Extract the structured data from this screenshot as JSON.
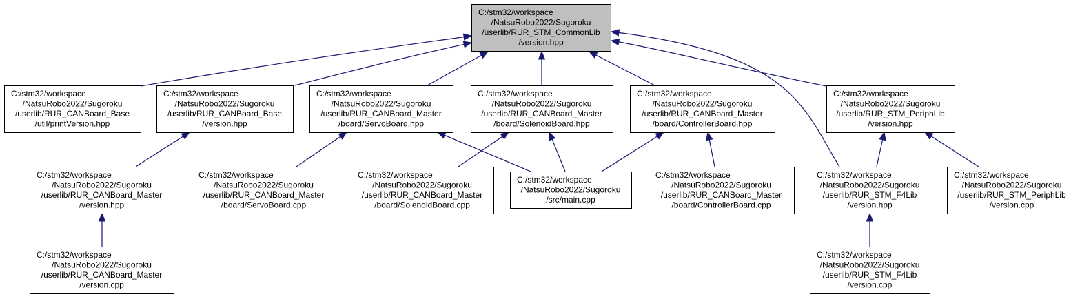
{
  "diagram": {
    "type": "include-dependency-graph",
    "colors": {
      "edge": "#191970",
      "root_fill": "#bfbfbf",
      "node_fill": "#ffffff",
      "border": "#000000"
    },
    "nodes": [
      {
        "id": "root",
        "lines": [
          "C:/stm32/workspace",
          "/NatsuRobo2022/Sugoroku",
          "/userlib/RUR_STM_CommonLib",
          "/version.hpp"
        ]
      },
      {
        "id": "n_base_printversion",
        "lines": [
          "C:/stm32/workspace",
          "/NatsuRobo2022/Sugoroku",
          "/userlib/RUR_CANBoard_Base",
          "/util/printVersion.hpp"
        ]
      },
      {
        "id": "n_base_version",
        "lines": [
          "C:/stm32/workspace",
          "/NatsuRobo2022/Sugoroku",
          "/userlib/RUR_CANBoard_Base",
          "/version.hpp"
        ]
      },
      {
        "id": "n_master_servo_hpp",
        "lines": [
          "C:/stm32/workspace",
          "/NatsuRobo2022/Sugoroku",
          "/userlib/RUR_CANBoard_Master",
          "/board/ServoBoard.hpp"
        ]
      },
      {
        "id": "n_master_solenoid_hpp",
        "lines": [
          "C:/stm32/workspace",
          "/NatsuRobo2022/Sugoroku",
          "/userlib/RUR_CANBoard_Master",
          "/board/SolenoidBoard.hpp"
        ]
      },
      {
        "id": "n_master_controller_hpp",
        "lines": [
          "C:/stm32/workspace",
          "/NatsuRobo2022/Sugoroku",
          "/userlib/RUR_CANBoard_Master",
          "/board/ControllerBoard.hpp"
        ]
      },
      {
        "id": "n_periph_version_hpp",
        "lines": [
          "C:/stm32/workspace",
          "/NatsuRobo2022/Sugoroku",
          "/userlib/RUR_STM_PeriphLib",
          "/version.hpp"
        ]
      },
      {
        "id": "n_master_version_hpp",
        "lines": [
          "C:/stm32/workspace",
          "/NatsuRobo2022/Sugoroku",
          "/userlib/RUR_CANBoard_Master",
          "/version.hpp"
        ]
      },
      {
        "id": "n_master_servo_cpp",
        "lines": [
          "C:/stm32/workspace",
          "/NatsuRobo2022/Sugoroku",
          "/userlib/RUR_CANBoard_Master",
          "/board/ServoBoard.cpp"
        ]
      },
      {
        "id": "n_master_solenoid_cpp",
        "lines": [
          "C:/stm32/workspace",
          "/NatsuRobo2022/Sugoroku",
          "/userlib/RUR_CANBoard_Master",
          "/board/SolenoidBoard.cpp"
        ]
      },
      {
        "id": "n_main_cpp",
        "lines": [
          "C:/stm32/workspace",
          "/NatsuRobo2022/Sugoroku",
          "/src/main.cpp"
        ]
      },
      {
        "id": "n_master_controller_cpp",
        "lines": [
          "C:/stm32/workspace",
          "/NatsuRobo2022/Sugoroku",
          "/userlib/RUR_CANBoard_Master",
          "/board/ControllerBoard.cpp"
        ]
      },
      {
        "id": "n_f4_version_hpp",
        "lines": [
          "C:/stm32/workspace",
          "/NatsuRobo2022/Sugoroku",
          "/userlib/RUR_STM_F4Lib",
          "/version.hpp"
        ]
      },
      {
        "id": "n_periph_version_cpp",
        "lines": [
          "C:/stm32/workspace",
          "/NatsuRobo2022/Sugoroku",
          "/userlib/RUR_STM_PeriphLib",
          "/version.cpp"
        ]
      },
      {
        "id": "n_master_version_cpp",
        "lines": [
          "C:/stm32/workspace",
          "/NatsuRobo2022/Sugoroku",
          "/userlib/RUR_CANBoard_Master",
          "/version.cpp"
        ]
      },
      {
        "id": "n_f4_version_cpp",
        "lines": [
          "C:/stm32/workspace",
          "/NatsuRobo2022/Sugoroku",
          "/userlib/RUR_STM_F4Lib",
          "/version.cpp"
        ]
      }
    ],
    "edges": [
      {
        "from": "n_base_printversion",
        "to": "root"
      },
      {
        "from": "n_base_version",
        "to": "root"
      },
      {
        "from": "n_master_servo_hpp",
        "to": "root"
      },
      {
        "from": "n_master_solenoid_hpp",
        "to": "root"
      },
      {
        "from": "n_master_controller_hpp",
        "to": "root"
      },
      {
        "from": "n_f4_version_hpp",
        "to": "root"
      },
      {
        "from": "n_periph_version_hpp",
        "to": "root"
      },
      {
        "from": "n_master_version_hpp",
        "to": "n_base_version"
      },
      {
        "from": "n_master_servo_cpp",
        "to": "n_master_servo_hpp"
      },
      {
        "from": "n_main_cpp",
        "to": "n_master_servo_hpp"
      },
      {
        "from": "n_master_solenoid_cpp",
        "to": "n_master_solenoid_hpp"
      },
      {
        "from": "n_main_cpp",
        "to": "n_master_solenoid_hpp"
      },
      {
        "from": "n_main_cpp",
        "to": "n_master_controller_hpp"
      },
      {
        "from": "n_master_controller_cpp",
        "to": "n_master_controller_hpp"
      },
      {
        "from": "n_f4_version_hpp",
        "to": "n_periph_version_hpp"
      },
      {
        "from": "n_periph_version_cpp",
        "to": "n_periph_version_hpp"
      },
      {
        "from": "n_master_version_cpp",
        "to": "n_master_version_hpp"
      },
      {
        "from": "n_f4_version_cpp",
        "to": "n_f4_version_hpp"
      }
    ]
  }
}
